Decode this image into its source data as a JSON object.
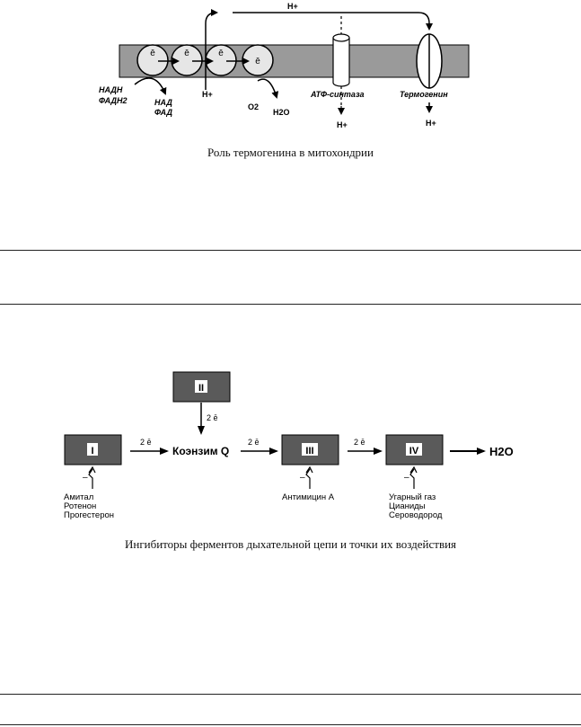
{
  "figure1": {
    "caption": "Роль термогенина в митохондрии",
    "electron": "ē",
    "h_plus": "H+",
    "nadh": "НАДН",
    "fadh2": "ФАДН2",
    "nad": "НАД",
    "fad": "ФАД",
    "o2": "O2",
    "h2o": "H2O",
    "atp_synthase": "АТФ-синтаза",
    "thermogenin": "Термогенин"
  },
  "figure2": {
    "caption": "Ингибиторы ферментов дыхательной цепи и точки их воздействия",
    "complex_1": "I",
    "complex_2": "II",
    "complex_3": "III",
    "complex_4": "IV",
    "coenzyme_q": "Коэнзим Q",
    "two_electrons": "2 ē",
    "minus": "–",
    "h2o": "H2O",
    "inhibitors_1": [
      "Амитал",
      "Ротенон",
      "Прогестерон"
    ],
    "inhibitors_3": [
      "Антимицин А"
    ],
    "inhibitors_4": [
      "Угарный газ",
      "Цианиды",
      "Сероводород"
    ]
  }
}
